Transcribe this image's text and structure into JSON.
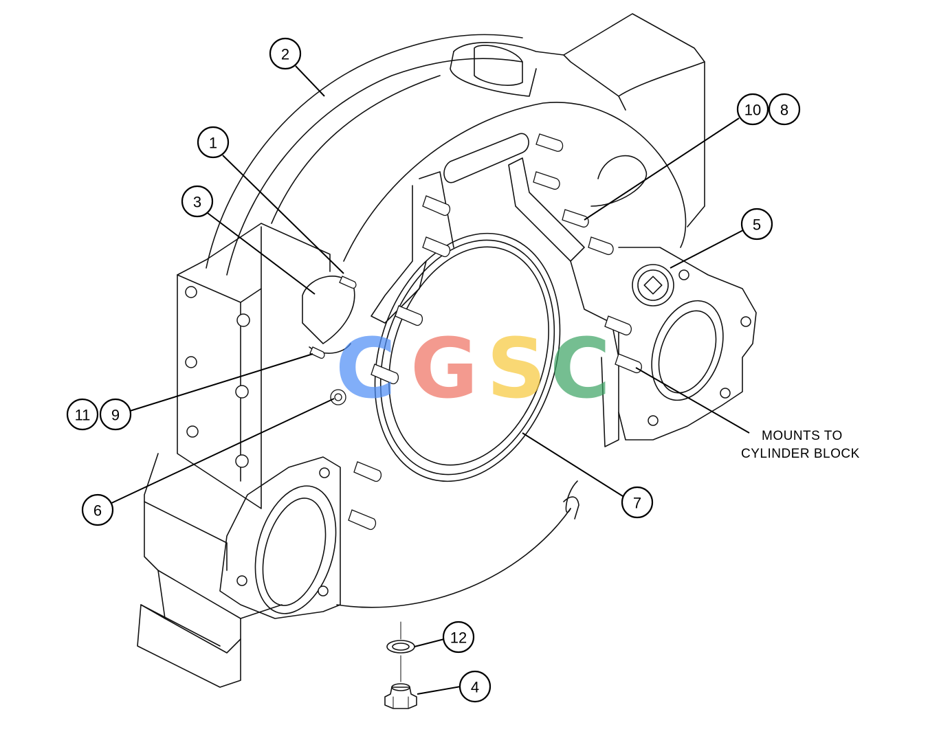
{
  "diagram": {
    "callouts": [
      {
        "id": "c1",
        "label": "1"
      },
      {
        "id": "c2",
        "label": "2"
      },
      {
        "id": "c3",
        "label": "3"
      },
      {
        "id": "c4",
        "label": "4"
      },
      {
        "id": "c5",
        "label": "5"
      },
      {
        "id": "c6",
        "label": "6"
      },
      {
        "id": "c7",
        "label": "7"
      },
      {
        "id": "c8",
        "label": "8"
      },
      {
        "id": "c9",
        "label": "9"
      },
      {
        "id": "c10",
        "label": "10"
      },
      {
        "id": "c11",
        "label": "11"
      },
      {
        "id": "c12",
        "label": "12"
      }
    ],
    "note": {
      "line1": "MOUNTS TO",
      "line2": "CYLINDER BLOCK"
    }
  },
  "watermark": {
    "letters": [
      "C",
      "G",
      "S",
      "C"
    ],
    "colors": [
      "#4c8df6",
      "#ef7060",
      "#f7c83a",
      "#3ba363"
    ]
  }
}
